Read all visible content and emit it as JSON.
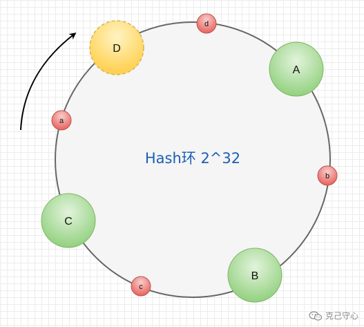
{
  "ring": {
    "label": "Hash环 2^32"
  },
  "servers": [
    {
      "label": "A"
    },
    {
      "label": "B"
    },
    {
      "label": "C"
    },
    {
      "label": "D"
    }
  ],
  "keys": [
    {
      "label": "a"
    },
    {
      "label": "b"
    },
    {
      "label": "c"
    },
    {
      "label": "d"
    }
  ],
  "watermark": {
    "text": "克己守心",
    "icon": "wechat-icon"
  },
  "colors": {
    "server_fill": "#9fd88f",
    "server_stroke": "#82b366",
    "new_server_fill": "#ffd966",
    "new_server_stroke": "#d6b656",
    "key_fill": "#ea6b66",
    "key_stroke": "#b85450",
    "ring_fill": "#f5f5f5",
    "ring_stroke": "#666666",
    "ring_label": "#1a5fb4"
  }
}
